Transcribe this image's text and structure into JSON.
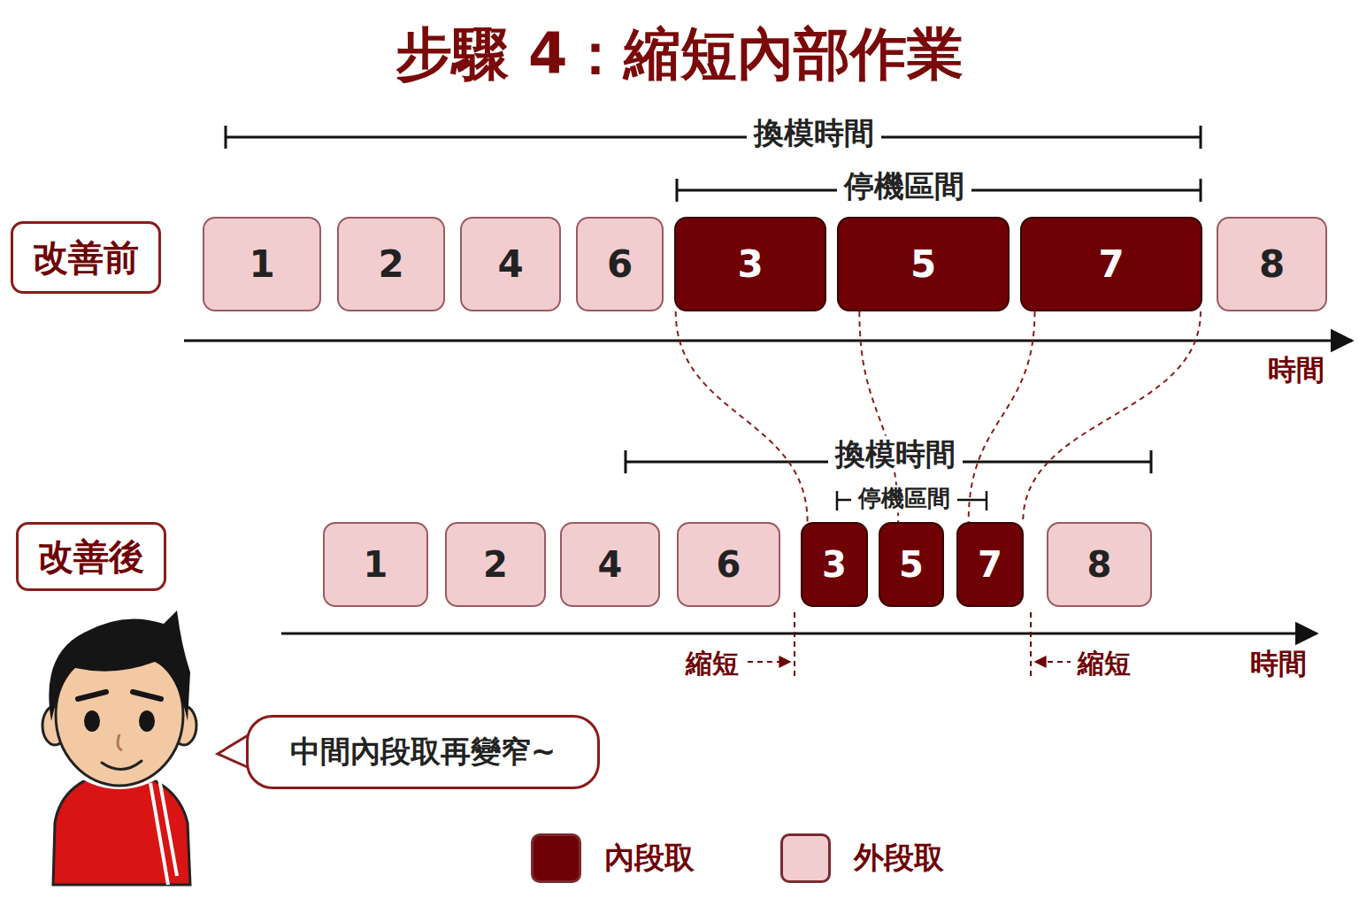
{
  "diagram": {
    "title": "步驟 4：縮短內部作業",
    "nodes": [
      {
        "text": [
          "改善前"
        ]
      },
      {
        "text": [
          "1"
        ]
      },
      {
        "text": [
          "2"
        ]
      },
      {
        "text": [
          "4"
        ]
      },
      {
        "text": [
          "6"
        ]
      },
      {
        "text": [
          "3"
        ]
      },
      {
        "text": [
          "5"
        ]
      },
      {
        "text": [
          "7"
        ]
      },
      {
        "text": [
          "8"
        ]
      },
      {
        "text": [
          "改善後"
        ]
      },
      {
        "text": [
          "1"
        ]
      },
      {
        "text": [
          "2"
        ]
      },
      {
        "text": [
          "4"
        ]
      },
      {
        "text": [
          "6"
        ]
      },
      {
        "text": [
          "3"
        ]
      },
      {
        "text": [
          "5"
        ]
      },
      {
        "text": [
          "7"
        ]
      },
      {
        "text": [
          "8"
        ]
      },
      {
        "text": [
          "中間內段取再變窄~"
        ]
      }
    ],
    "edges": [
      {
        "from": 5,
        "to": 14,
        "arrow": "none"
      },
      {
        "from": 6,
        "to": 15,
        "arrow": "none"
      },
      {
        "from": 7,
        "to": 16,
        "arrow": "none"
      },
      {
        "from": 7,
        "to": 16,
        "arrow": "none"
      }
    ],
    "labels": [
      "換模時間",
      "停機區間",
      "時間",
      "換模時間",
      "停機區間",
      "縮短",
      "縮短",
      "時間"
    ],
    "legend": [
      {
        "text": "內段取",
        "color": "#6e0005"
      },
      {
        "text": "外段取",
        "color": "#f2cdd0"
      }
    ]
  }
}
